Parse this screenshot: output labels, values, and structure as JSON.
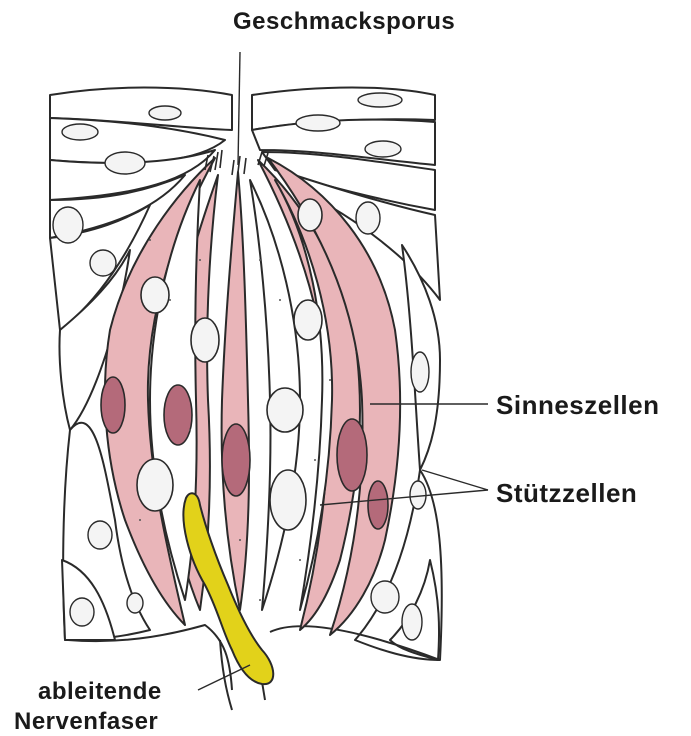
{
  "labels": {
    "pore": "Geschmacksporus",
    "sensory_cells": "Sinneszellen",
    "supporting_cells": "Stützzellen",
    "nerve_fiber_line1": "ableitende",
    "nerve_fiber_line2": "Nervenfaser"
  },
  "colors": {
    "sensory_cell_fill": "#e9b5b9",
    "nerve_fiber_fill": "#e2d21a",
    "outline": "#2a2a2a",
    "nucleus_fill": "#b46a7a",
    "background": "#ffffff"
  }
}
